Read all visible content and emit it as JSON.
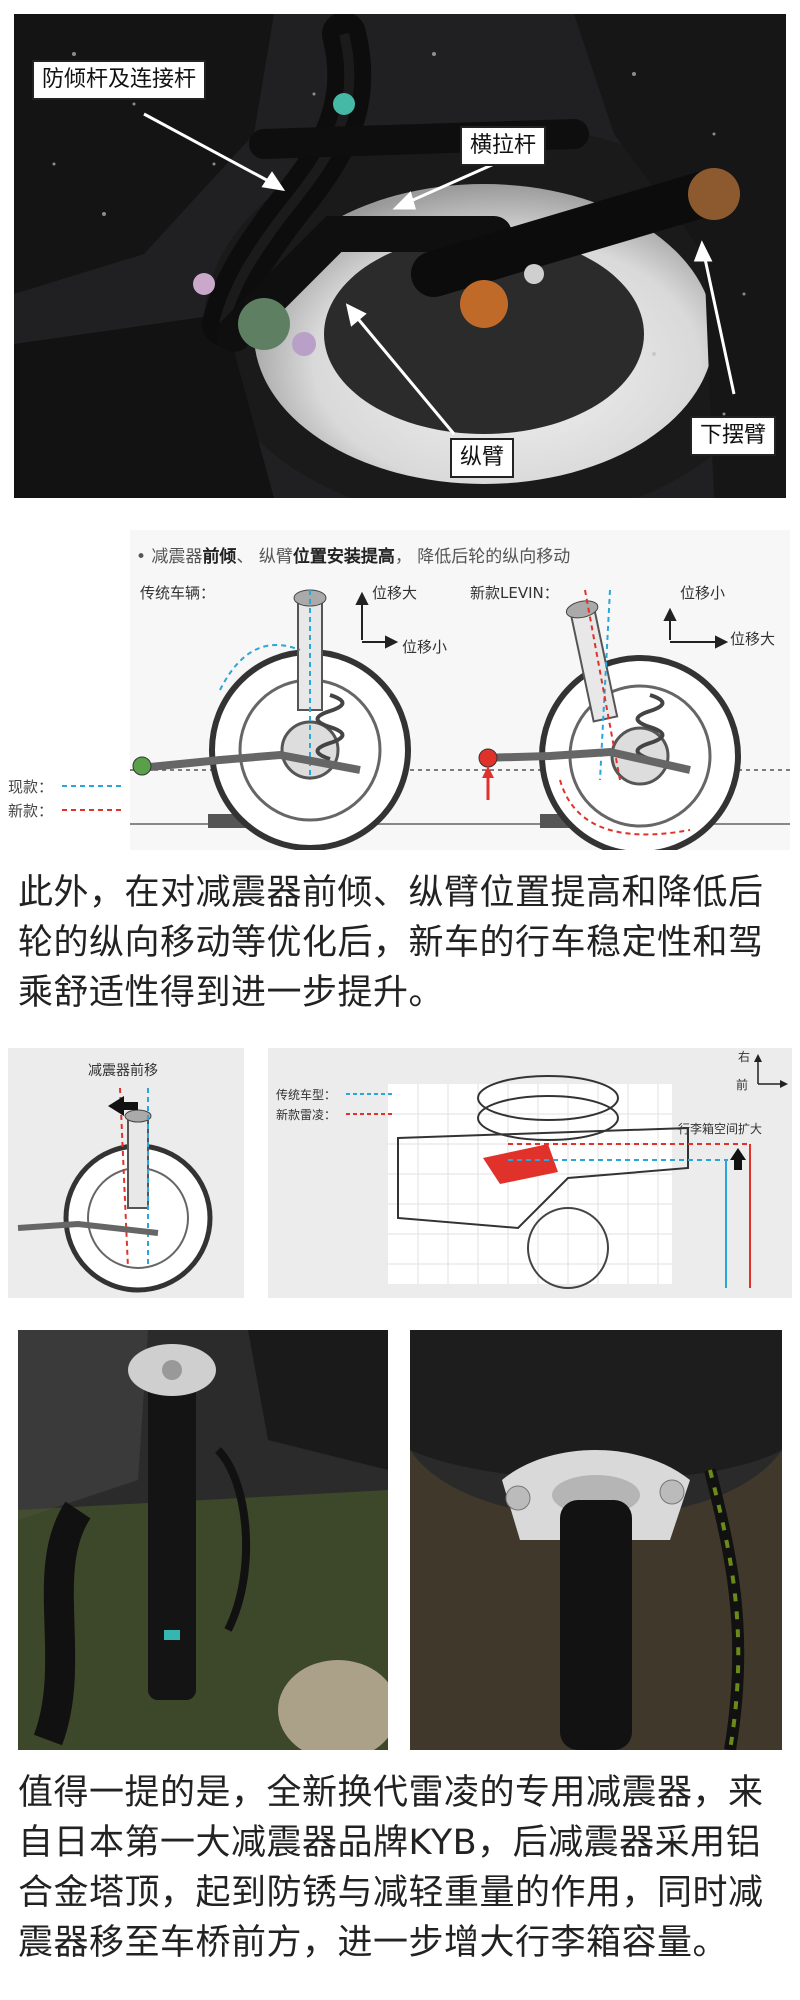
{
  "photo1": {
    "labels": {
      "stabilizer": "防倾杆及连接杆",
      "lateral_link": "横拉杆",
      "trailing_arm": "纵臂",
      "lower_arm": "下摆臂"
    }
  },
  "diagram1": {
    "title_prefix": "• 减震器",
    "title_b1": "前倾",
    "title_mid": "、 纵臂",
    "title_b2": "位置安装提高",
    "title_suffix": "， 降低后轮的纵向移动",
    "traditional": "传统车辆：",
    "new_model": "新款LEVIN：",
    "disp_big_1": "位移大",
    "disp_small_1": "位移小",
    "disp_small_2": "位移小",
    "disp_big_2": "位移大",
    "legend_current": "现款：",
    "legend_new": "新款：",
    "colors": {
      "current": "#2aa6d9",
      "new": "#e0322b"
    }
  },
  "paragraph1": "此外，在对减震器前倾、纵臂位置提高和降低后轮的纵向移动等优化后，新车的行车稳定性和驾乘舒适性得到进一步提升。",
  "diagram2": {
    "shock_forward": "减震器前移",
    "traditional_type": "传统车型：",
    "new_leiling": "新款雷凌：",
    "right": "右",
    "front": "前",
    "trunk_expand": "行李箱空间扩大"
  },
  "paragraph2": "值得一提的是，全新换代雷凌的专用减震器，来自日本第一大减震器品牌KYB，后减震器采用铝合金塔顶，起到防锈与减轻重量的作用，同时减震器移至车桥前方，进一步增大行李箱容量。"
}
